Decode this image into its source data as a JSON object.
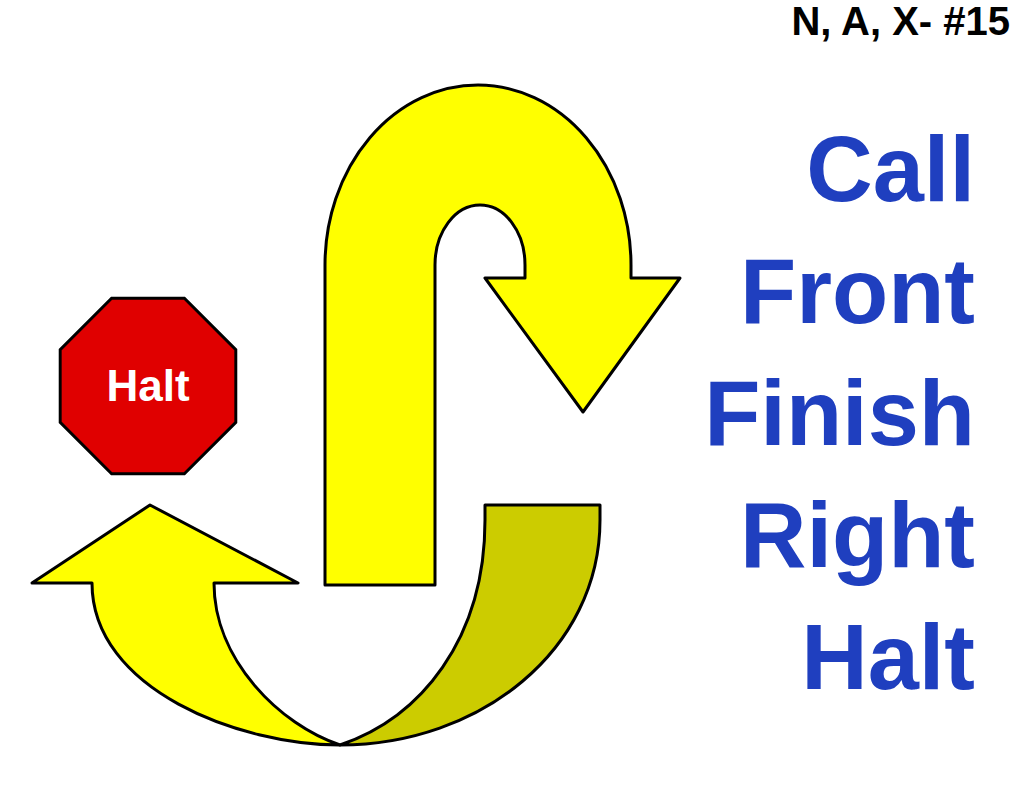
{
  "diagram": {
    "title": "N, A, X- #15",
    "nodes": [
      {
        "text": [
          "Halt"
        ]
      }
    ],
    "labels": [
      "Call Front Finish Right Halt"
    ]
  }
}
